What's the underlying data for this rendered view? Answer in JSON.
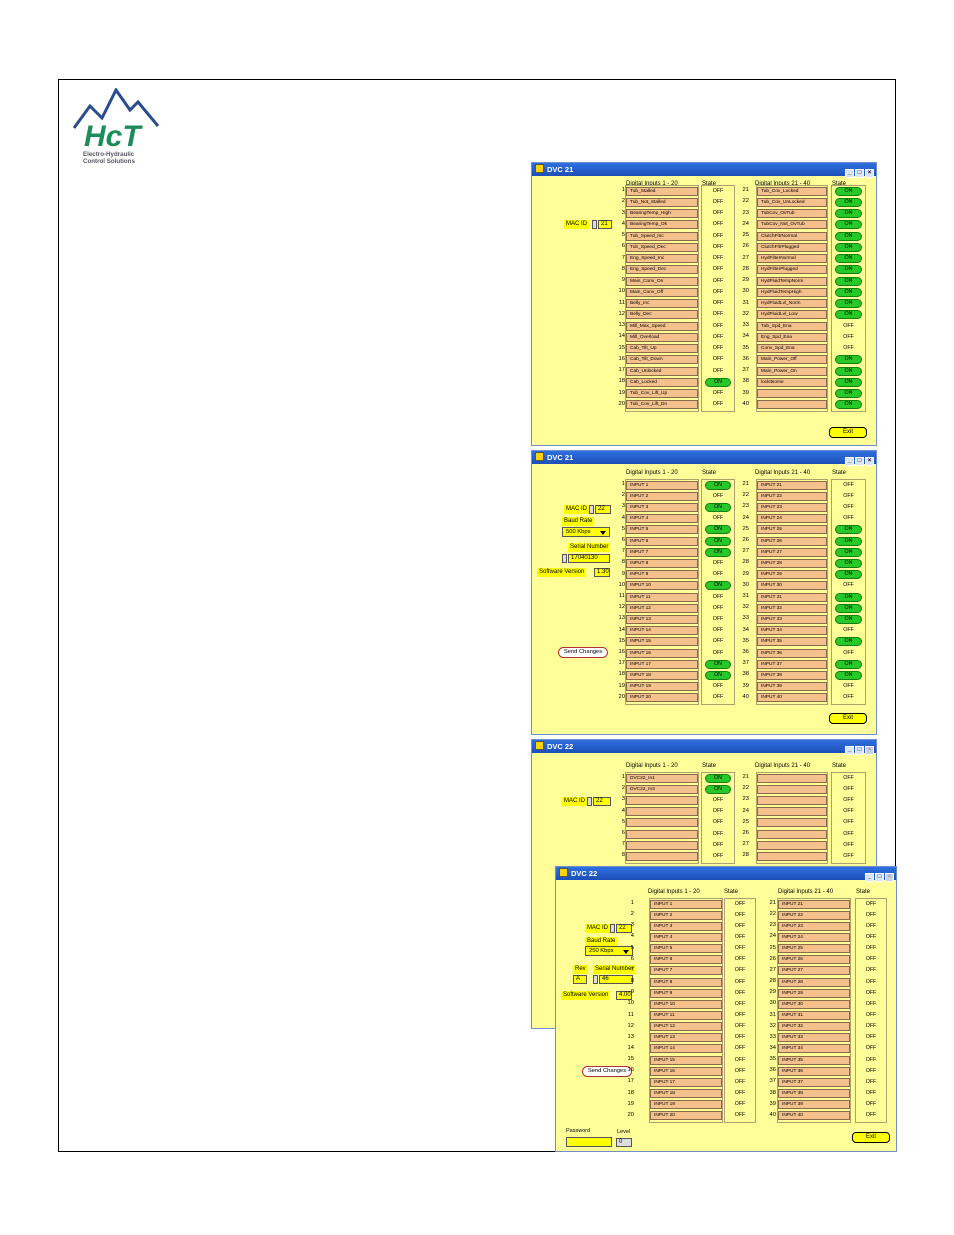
{
  "logo": {
    "text": "HcT",
    "tagline_1": "Electro-Hydraulic",
    "tagline_2": "Control Solutions"
  },
  "window_1": {
    "title": "DVC 21",
    "header_left": "Digital Inputs 1 - 20",
    "header_right": "Digital Inputs 21 - 40",
    "state_label": "State",
    "mac_label": "MAC ID",
    "mac_value": "21",
    "exit_label": "Exit",
    "left_names": [
      "Tub_Stalled",
      "Tub_Not_Stalled",
      "BearingTemp_High",
      "BearingTemp_Ok",
      "Tub_Speed_Inc",
      "Tub_Speed_Dec",
      "Eng_Speed_Inc",
      "Eng_Speed_Dec",
      "Main_Conv_On",
      "Main_Conv_Off",
      "Belly_Inc",
      "Belly_Dec",
      "Mill_Max_Speed",
      "Mill_Overload",
      "Cab_Tilt_Up",
      "Cab_Tilt_Down",
      "Cab_Unlocked",
      "Cab_Locked",
      "Tub_Cov_Lift_Up",
      "Tub_Cov_Lift_Dn"
    ],
    "left_states": [
      "OFF",
      "OFF",
      "OFF",
      "OFF",
      "OFF",
      "OFF",
      "OFF",
      "OFF",
      "OFF",
      "OFF",
      "OFF",
      "OFF",
      "OFF",
      "OFF",
      "OFF",
      "OFF",
      "OFF",
      "ON",
      "OFF",
      "OFF"
    ],
    "right_names": [
      "Tub_Cov_Locked",
      "Tub_Cov_UnLocked",
      "TubCov_OvTub",
      "TubCov_Not_OvTub",
      "ClutchFltrNormal",
      "ClutchFltrPlugged",
      "HydFilterNormal",
      "HydFilterPlugged",
      "HydFluidTempNorm",
      "HydFluidTempHigh",
      "HydFluidLvl_Norm",
      "HydFluidLvl_Low",
      "Tub_Spd_Ena",
      "Eng_Spd_Ena",
      "Conv_Spd_Ena",
      "Main_Power_Off",
      "Main_Power_On",
      "lockitsome",
      "",
      ""
    ],
    "right_states": [
      "ON",
      "ON",
      "ON",
      "ON",
      "ON",
      "ON",
      "ON",
      "ON",
      "ON",
      "ON",
      "ON",
      "ON",
      "OFF",
      "OFF",
      "OFF",
      "ON",
      "ON",
      "ON",
      "ON",
      "ON"
    ]
  },
  "window_2": {
    "title": "DVC 21",
    "header_left": "Digital Inputs 1 - 20",
    "header_right": "Digital Inputs 21 - 40",
    "state_label": "State",
    "mac_label": "MAC ID",
    "mac_value": "22",
    "baud_label": "Baud Rate",
    "baud_value": "500 Kbps",
    "serial_label": "Serial Number",
    "serial_value": "17040130",
    "sw_label": "Software Version",
    "sw_value": "1.30",
    "send_label": "Send Changes",
    "exit_label": "Exit",
    "left_names": [
      "INPUT 1",
      "INPUT 2",
      "INPUT 3",
      "INPUT 4",
      "INPUT 5",
      "INPUT 6",
      "INPUT 7",
      "INPUT 8",
      "INPUT 9",
      "INPUT 10",
      "INPUT 11",
      "INPUT 12",
      "INPUT 13",
      "INPUT 14",
      "INPUT 15",
      "INPUT 16",
      "INPUT 17",
      "INPUT 18",
      "INPUT 19",
      "INPUT 20"
    ],
    "left_states": [
      "ON",
      "OFF",
      "ON",
      "OFF",
      "ON",
      "ON",
      "ON",
      "OFF",
      "OFF",
      "ON",
      "OFF",
      "OFF",
      "OFF",
      "OFF",
      "OFF",
      "OFF",
      "ON",
      "ON",
      "OFF",
      "OFF"
    ],
    "right_names": [
      "INPUT 21",
      "INPUT 22",
      "INPUT 23",
      "INPUT 24",
      "INPUT 25",
      "INPUT 26",
      "INPUT 27",
      "INPUT 28",
      "INPUT 29",
      "INPUT 30",
      "INPUT 31",
      "INPUT 32",
      "INPUT 33",
      "INPUT 34",
      "INPUT 35",
      "INPUT 36",
      "INPUT 37",
      "INPUT 38",
      "INPUT 39",
      "INPUT 40"
    ],
    "right_states": [
      "OFF",
      "OFF",
      "OFF",
      "OFF",
      "ON",
      "ON",
      "ON",
      "ON",
      "ON",
      "OFF",
      "ON",
      "ON",
      "ON",
      "OFF",
      "ON",
      "OFF",
      "ON",
      "ON",
      "OFF",
      "OFF"
    ]
  },
  "window_3": {
    "title": "DVC 22",
    "header_left": "Digital Inputs 1 - 20",
    "header_right": "Digital Inputs 21 - 40",
    "state_label": "State",
    "mac_label": "MAC ID",
    "mac_value": "22",
    "left_names": [
      "DVC22_In1",
      "DVC22_In3",
      "",
      "",
      "",
      "",
      "",
      ""
    ],
    "left_states": [
      "ON",
      "ON",
      "OFF",
      "OFF",
      "OFF",
      "OFF",
      "OFF",
      "OFF"
    ],
    "right_names": [
      "",
      "",
      "",
      "",
      "",
      "",
      "",
      ""
    ],
    "right_states": [
      "OFF",
      "OFF",
      "OFF",
      "OFF",
      "OFF",
      "OFF",
      "OFF",
      "OFF"
    ]
  },
  "window_4": {
    "title": "DVC 22",
    "header_left": "Digital Inputs 1 - 20",
    "header_right": "Digital Inputs 21 - 40",
    "state_label": "State",
    "mac_label": "MAC ID",
    "mac_value": "22",
    "baud_label": "Baud Rate",
    "baud_value": "250 Kbps",
    "rev_label": "Rev",
    "rev_value": "A",
    "serial_label": "Serial Number",
    "serial_value": "46",
    "sw_label": "Software Version",
    "sw_value": "4.00",
    "send_label": "Send Changes",
    "password_label": "Password",
    "level_label": "Level",
    "level_value": "0",
    "exit_label": "Exit",
    "left_names": [
      "INPUT 1",
      "INPUT 2",
      "INPUT 3",
      "INPUT 4",
      "INPUT 5",
      "INPUT 6",
      "INPUT 7",
      "INPUT 8",
      "INPUT 9",
      "INPUT 10",
      "INPUT 11",
      "INPUT 12",
      "INPUT 13",
      "INPUT 14",
      "INPUT 15",
      "INPUT 16",
      "INPUT 17",
      "INPUT 18",
      "INPUT 19",
      "INPUT 20"
    ],
    "left_states": [
      "OFF",
      "OFF",
      "OFF",
      "OFF",
      "OFF",
      "OFF",
      "OFF",
      "OFF",
      "OFF",
      "OFF",
      "OFF",
      "OFF",
      "OFF",
      "OFF",
      "OFF",
      "OFF",
      "OFF",
      "OFF",
      "OFF",
      "OFF"
    ],
    "right_names": [
      "INPUT 21",
      "INPUT 22",
      "INPUT 23",
      "INPUT 24",
      "INPUT 25",
      "INPUT 26",
      "INPUT 27",
      "INPUT 28",
      "INPUT 29",
      "INPUT 30",
      "INPUT 31",
      "INPUT 32",
      "INPUT 33",
      "INPUT 34",
      "INPUT 35",
      "INPUT 36",
      "INPUT 37",
      "INPUT 38",
      "INPUT 39",
      "INPUT 40"
    ],
    "right_states": [
      "OFF",
      "OFF",
      "OFF",
      "OFF",
      "OFF",
      "OFF",
      "OFF",
      "OFF",
      "OFF",
      "OFF",
      "OFF",
      "OFF",
      "OFF",
      "OFF",
      "OFF",
      "OFF",
      "OFF",
      "OFF",
      "OFF",
      "OFF"
    ]
  }
}
